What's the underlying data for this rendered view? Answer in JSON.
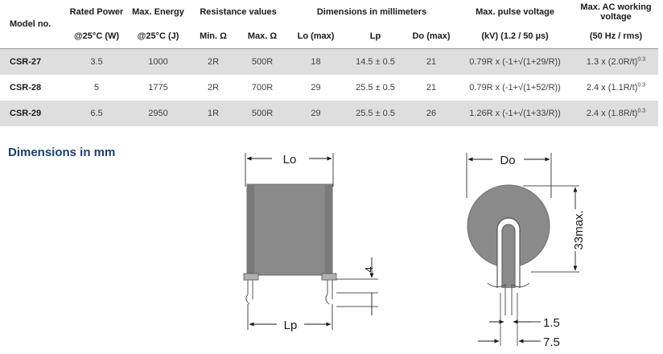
{
  "table": {
    "headers": {
      "model": "Model no.",
      "rated_power": "Rated Power",
      "rated_power_unit": "@25°C (W)",
      "max_energy": "Max. Energy",
      "max_energy_unit": "@25°C (J)",
      "resistance_group": "Resistance values",
      "min_ohm": "Min. Ω",
      "max_ohm": "Max. Ω",
      "dimensions_group": "Dimensions in millimeters",
      "lo": "Lo (max)",
      "lp": "Lp",
      "do": "Do (max)",
      "pulse_voltage": "Max. pulse voltage",
      "pulse_voltage_unit": "(kV) (1.2 / 50 µs)",
      "ac_voltage_line1": "Max. AC working",
      "ac_voltage_line2": "voltage",
      "ac_voltage_unit": "(50 Hz / rms)"
    },
    "rows": [
      {
        "model": "CSR-27",
        "power": "3.5",
        "energy": "1000",
        "min": "2R",
        "max": "500R",
        "lo": "18",
        "lp": "14.5 ± 0.5",
        "do": "21",
        "pulse": "0.79R x (-1+√(1+29/R))",
        "ac": "1.3 x (2.0R/t)",
        "ac_exp": "0.3"
      },
      {
        "model": "CSR-28",
        "power": "5",
        "energy": "1775",
        "min": "2R",
        "max": "700R",
        "lo": "29",
        "lp": "25.5 ± 0.5",
        "do": "21",
        "pulse": "0.79R x (-1+√(1+52/R))",
        "ac": "2.4 x (1.1R/t)",
        "ac_exp": "0.3"
      },
      {
        "model": "CSR-29",
        "power": "6.5",
        "energy": "2950",
        "min": "1R",
        "max": "500R",
        "lo": "29",
        "lp": "25.5 ± 0.5",
        "do": "26",
        "pulse": "1.26R x (-1+√(1+33/R))",
        "ac": "2.4 x (1.8R/t)",
        "ac_exp": "0.3"
      }
    ]
  },
  "section_heading": "Dimensions in mm",
  "drawing": {
    "lo": "Lo",
    "lp": "Lp",
    "lead": "4",
    "do": "Do",
    "height": "33max.",
    "pitch_small": "1.5",
    "pitch_large": "7.5"
  },
  "colors": {
    "heading": "#1b3f73",
    "row_shade": "#dedede",
    "body_gray": "#8a8a8a"
  }
}
